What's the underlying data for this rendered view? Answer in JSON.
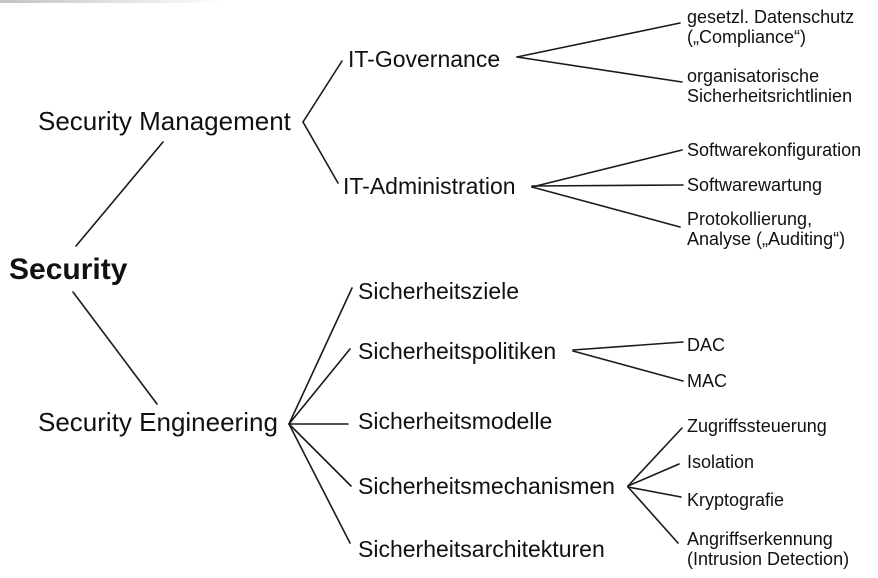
{
  "colors": {
    "background": "#ffffff",
    "text": "#111111",
    "line": "#1a1a1a"
  },
  "tree": {
    "label": "Security",
    "children": [
      {
        "label": "Security Management",
        "children": [
          {
            "label": "IT-Governance",
            "children": [
              {
                "lines": [
                  "gesetzl. Datenschutz",
                  "(„Compliance“)"
                ]
              },
              {
                "lines": [
                  "organisatorische",
                  "Sicherheitsrichtlinien"
                ]
              }
            ]
          },
          {
            "label": "IT-Administration",
            "children": [
              {
                "label": "Softwarekonfiguration"
              },
              {
                "label": "Softwarewartung"
              },
              {
                "lines": [
                  "Protokollierung,",
                  "Analyse („Auditing“)"
                ]
              }
            ]
          }
        ]
      },
      {
        "label": "Security Engineering",
        "children": [
          {
            "label": "Sicherheitsziele"
          },
          {
            "label": "Sicherheitspolitiken",
            "children": [
              {
                "label": "DAC"
              },
              {
                "label": "MAC"
              }
            ]
          },
          {
            "label": "Sicherheitsmodelle"
          },
          {
            "label": "Sicherheitsmechanismen",
            "children": [
              {
                "label": "Zugriffssteuerung"
              },
              {
                "label": "Isolation"
              },
              {
                "label": "Kryptografie"
              },
              {
                "lines": [
                  "Angriffserkennung",
                  "(Intrusion Detection)"
                ]
              }
            ]
          },
          {
            "label": "Sicherheitsarchitekturen"
          }
        ]
      }
    ]
  }
}
